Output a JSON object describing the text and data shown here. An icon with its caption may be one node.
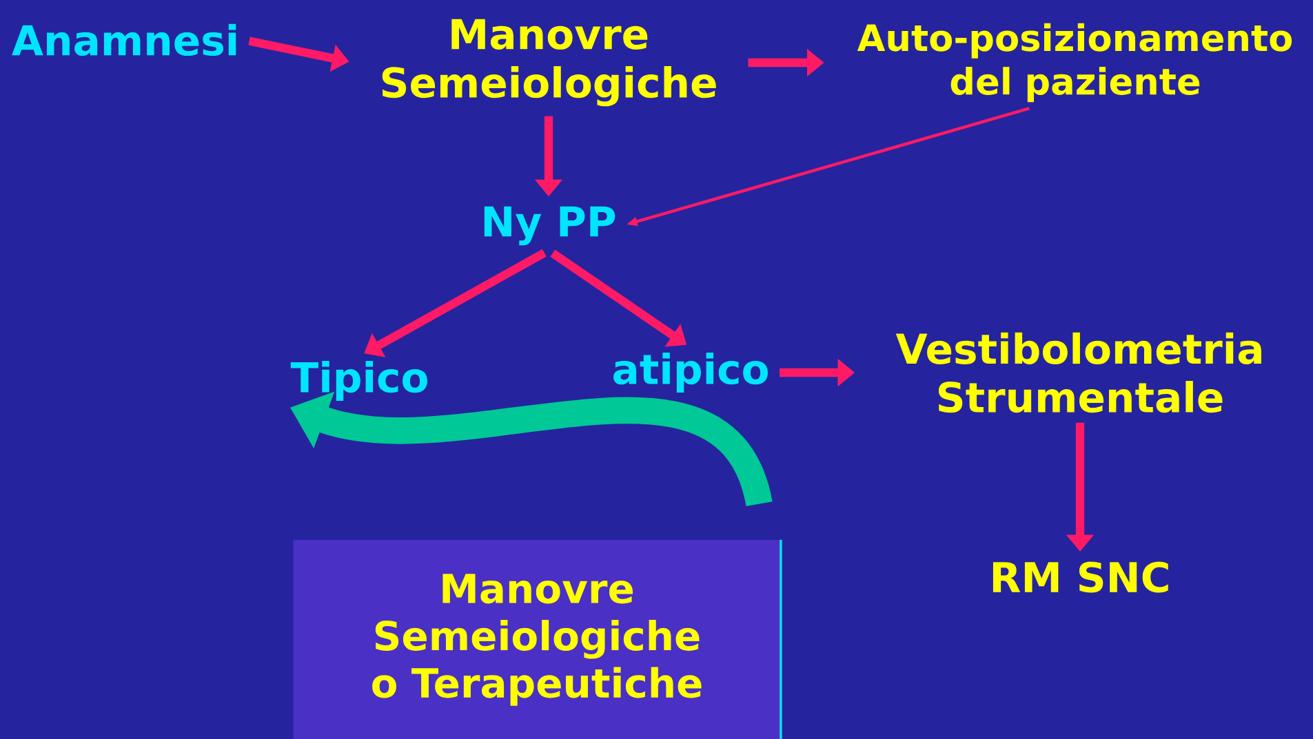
{
  "diagram": {
    "nodes": [
      {
        "text": [
          "Anamnesi"
        ]
      },
      {
        "text": [
          "Manovre Semeiologiche"
        ]
      },
      {
        "text": [
          "Auto-posizionamento del paziente"
        ]
      },
      {
        "text": [
          "Ny PP"
        ]
      },
      {
        "text": [
          "Tipico"
        ]
      },
      {
        "text": [
          "atipico"
        ]
      },
      {
        "text": [
          "Vestibolometria Strumentale"
        ]
      },
      {
        "text": [
          "RM SNC"
        ]
      },
      {
        "text": [
          "Manovre Semeiologiche o Terapeutiche"
        ]
      }
    ],
    "edges": [
      {
        "from": 0,
        "to": 1,
        "arrow": "to"
      },
      {
        "from": 1,
        "to": 2,
        "arrow": "to"
      },
      {
        "from": 1,
        "to": 3,
        "arrow": "to"
      },
      {
        "from": 2,
        "to": 3,
        "arrow": "to"
      },
      {
        "from": 3,
        "to": 4,
        "arrow": "to"
      },
      {
        "from": 3,
        "to": 5,
        "arrow": "to"
      },
      {
        "from": 5,
        "to": 6,
        "arrow": "to"
      },
      {
        "from": 6,
        "to": 7,
        "arrow": "to"
      },
      {
        "from": 8,
        "to": 4,
        "arrow": "to",
        "style": "thick",
        "color": "#00c896"
      }
    ]
  }
}
